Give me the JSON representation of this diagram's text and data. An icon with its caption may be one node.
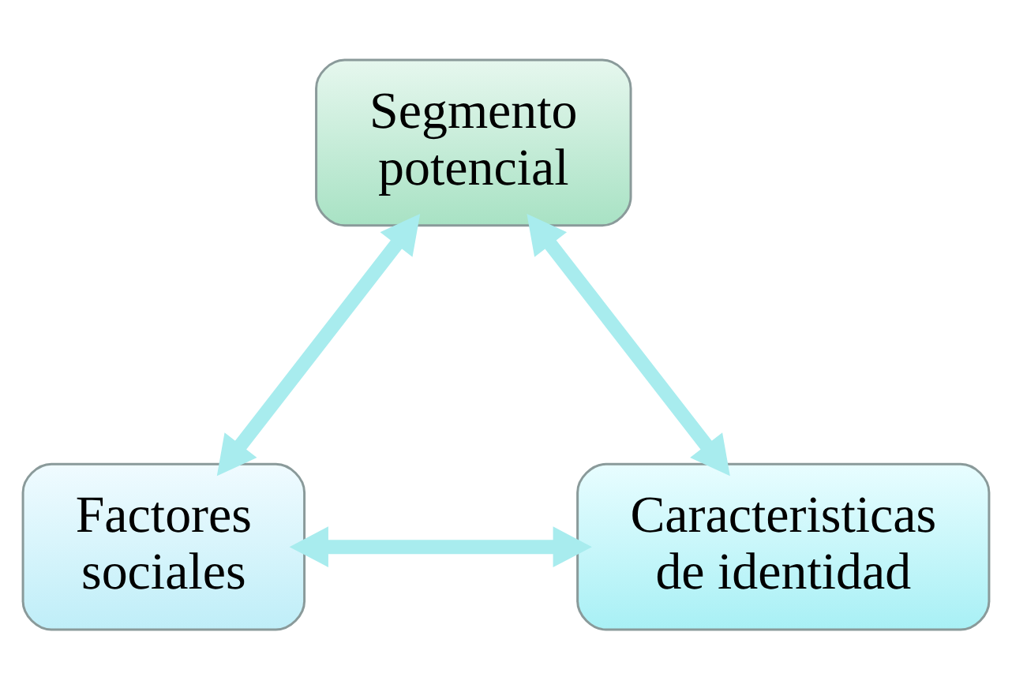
{
  "diagram": {
    "nodes": [
      {
        "text": [
          "Segmento potencial"
        ]
      },
      {
        "text": [
          "Factores sociales"
        ]
      },
      {
        "text": [
          "Caracteristicas de identidad"
        ]
      }
    ],
    "edges": [
      {
        "from": 0,
        "to": 1,
        "arrow": "both"
      },
      {
        "from": 0,
        "to": 2,
        "arrow": "both"
      },
      {
        "from": 1,
        "to": 2,
        "arrow": "both"
      }
    ]
  }
}
